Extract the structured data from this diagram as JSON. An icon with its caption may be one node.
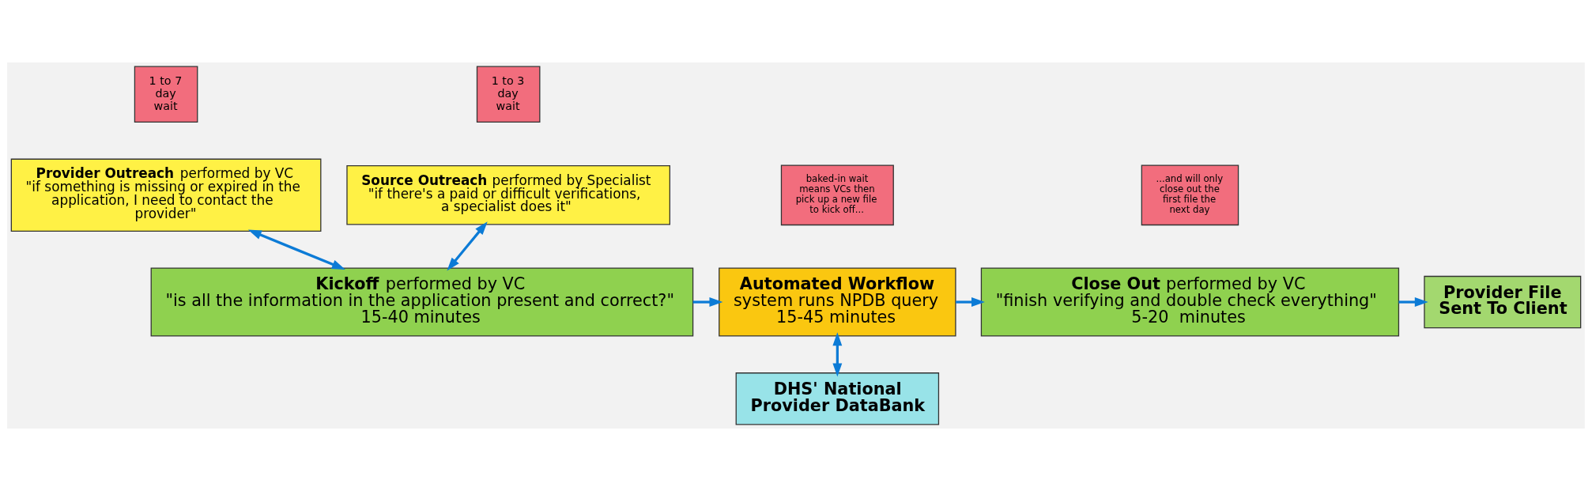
{
  "diagram": {
    "nodes": [
      {
        "text": [
          "1 to 7 day wait"
        ]
      },
      {
        "text": [
          "1 to 3 day wait"
        ]
      },
      {
        "text": [
          "**Provider Outreach** performed by VC",
          "\"if something is missing or expired in the application, I need to contact the provider\""
        ]
      },
      {
        "text": [
          "**Source Outreach** performed by Specialist",
          "\"if there's a paid or difficult verifications, a specialist does it\""
        ]
      },
      {
        "text": [
          "baked-in wait means VCs then pick up a new file to kick off..."
        ]
      },
      {
        "text": [
          "...and will only close out the first file the next day"
        ]
      },
      {
        "text": [
          "**Kickoff** performed by VC",
          "\"is all the information in the application present and correct?\"",
          "15-40 minutes"
        ]
      },
      {
        "text": [
          "Automated Workflow",
          "system runs NPDB query",
          "15-45 minutes"
        ]
      },
      {
        "text": [
          "**Close Out** performed by VC",
          "\"finish verifying and double check everything\"",
          "5-20  minutes"
        ]
      },
      {
        "text": [
          "Provider File Sent To Client"
        ]
      },
      {
        "text": [
          "DHS' National Provider DataBank"
        ]
      }
    ],
    "edges": [
      {
        "from": 2,
        "to": 6,
        "arrow": "both"
      },
      {
        "from": 3,
        "to": 6,
        "arrow": "both"
      },
      {
        "from": 6,
        "to": 7,
        "arrow": "to"
      },
      {
        "from": 7,
        "to": 10,
        "arrow": "both"
      },
      {
        "from": 7,
        "to": 8,
        "arrow": "to"
      },
      {
        "from": 8,
        "to": 9,
        "arrow": "to"
      }
    ]
  }
}
